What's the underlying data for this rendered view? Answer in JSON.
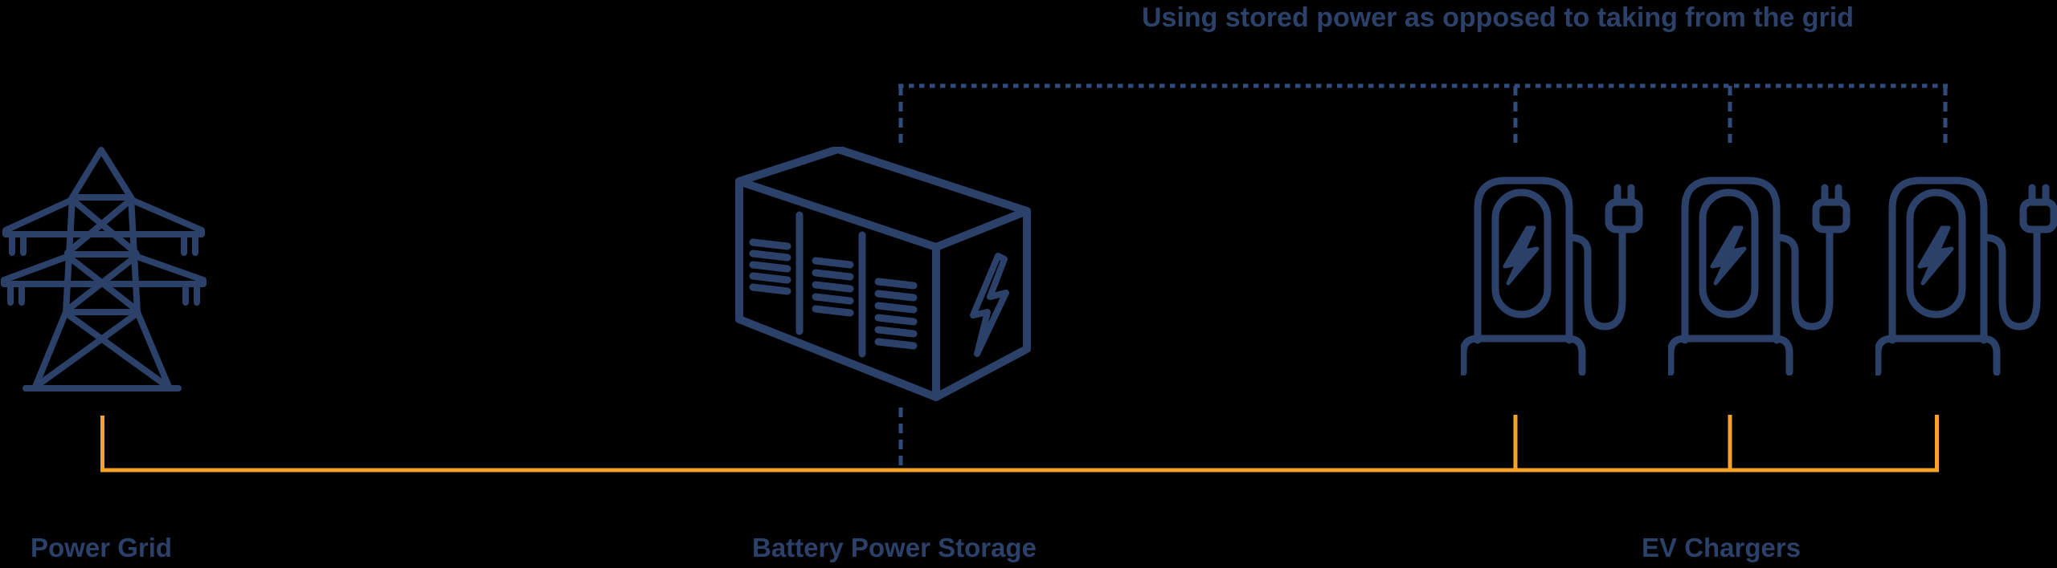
{
  "caption": {
    "text": "Using stored power as opposed to taking from the grid"
  },
  "nodes": {
    "power_grid": {
      "label": "Power Grid",
      "icon": "transmission-tower-icon"
    },
    "battery_storage": {
      "label": "Battery Power Storage",
      "icon": "battery-storage-container-icon"
    },
    "ev_chargers": {
      "label": "EV Chargers",
      "icon": "ev-charger-icon",
      "count": 3
    }
  },
  "connectors": {
    "stored_power_dashed": {
      "style": "dashed",
      "color_key": "navy-connector",
      "connects": [
        "battery_storage",
        "ev_chargers"
      ]
    },
    "grid_power_solid": {
      "style": "solid",
      "color_key": "orange",
      "connects": [
        "power_grid",
        "battery_storage",
        "ev_chargers"
      ]
    }
  },
  "icons": {
    "transmission-tower-icon": "electricity pylon line art",
    "battery-storage-container-icon": "isometric vented container with lightning bolt",
    "ev-charger-icon": "charging post with screen bolt, cable and plug",
    "lightning-bolt-icon": "lightning bolt glyph"
  },
  "colors": {
    "background": "#000000",
    "navy": "#2B4169",
    "navy-connector": "#2F4C7C",
    "orange": "#F4A228"
  }
}
